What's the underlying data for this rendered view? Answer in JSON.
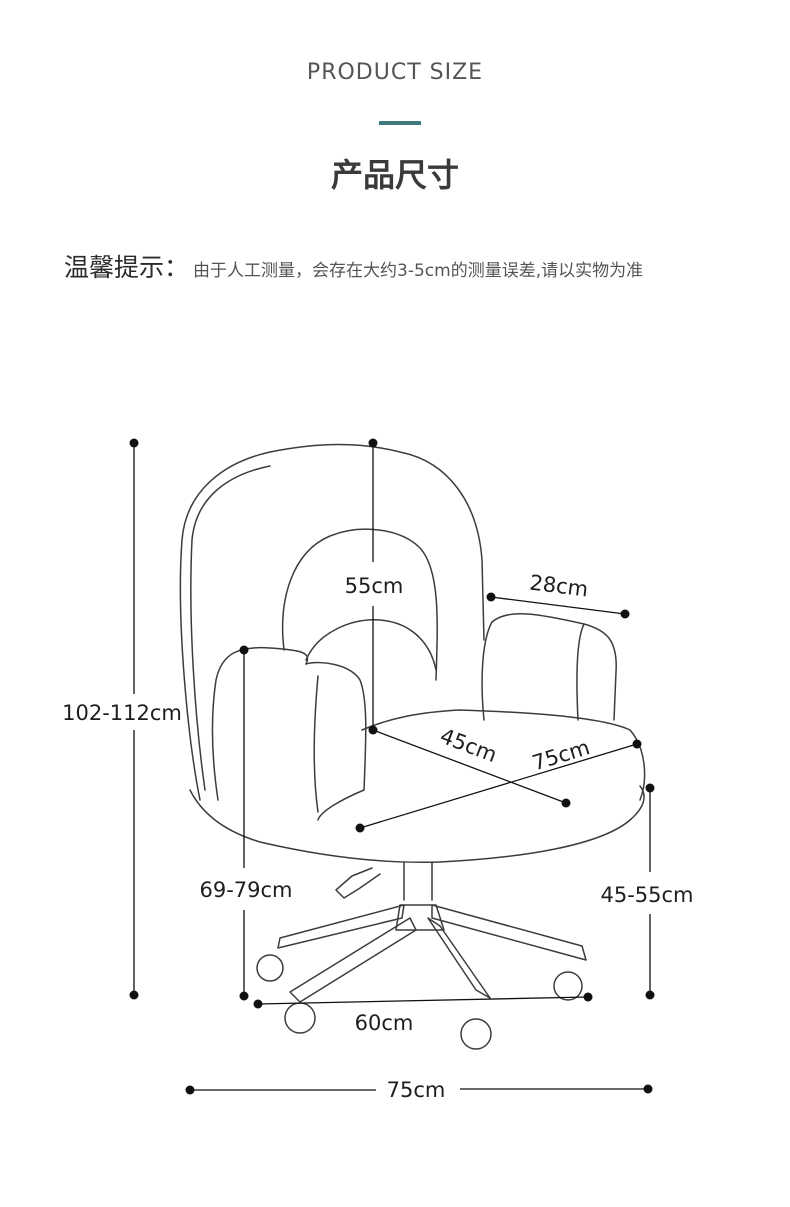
{
  "header": {
    "title_en": "PRODUCT SIZE",
    "title_cn": "产品尺寸",
    "accent_color": "#3e7b80"
  },
  "notice": {
    "label": "温馨提示：",
    "text": "由于人工测量，会存在大约3-5cm的测量误差,请以实物为准"
  },
  "dimensions": {
    "total_height": "102-112cm",
    "backrest_height": "55cm",
    "armrest_length": "28cm",
    "seat_depth": "45cm",
    "seat_diagonal": "75cm",
    "armrest_height": "69-79cm",
    "seat_height": "45-55cm",
    "base_width": "60cm",
    "overall_width": "75cm"
  },
  "colors": {
    "line": "#3c3c3c",
    "dimension": "#111111"
  }
}
